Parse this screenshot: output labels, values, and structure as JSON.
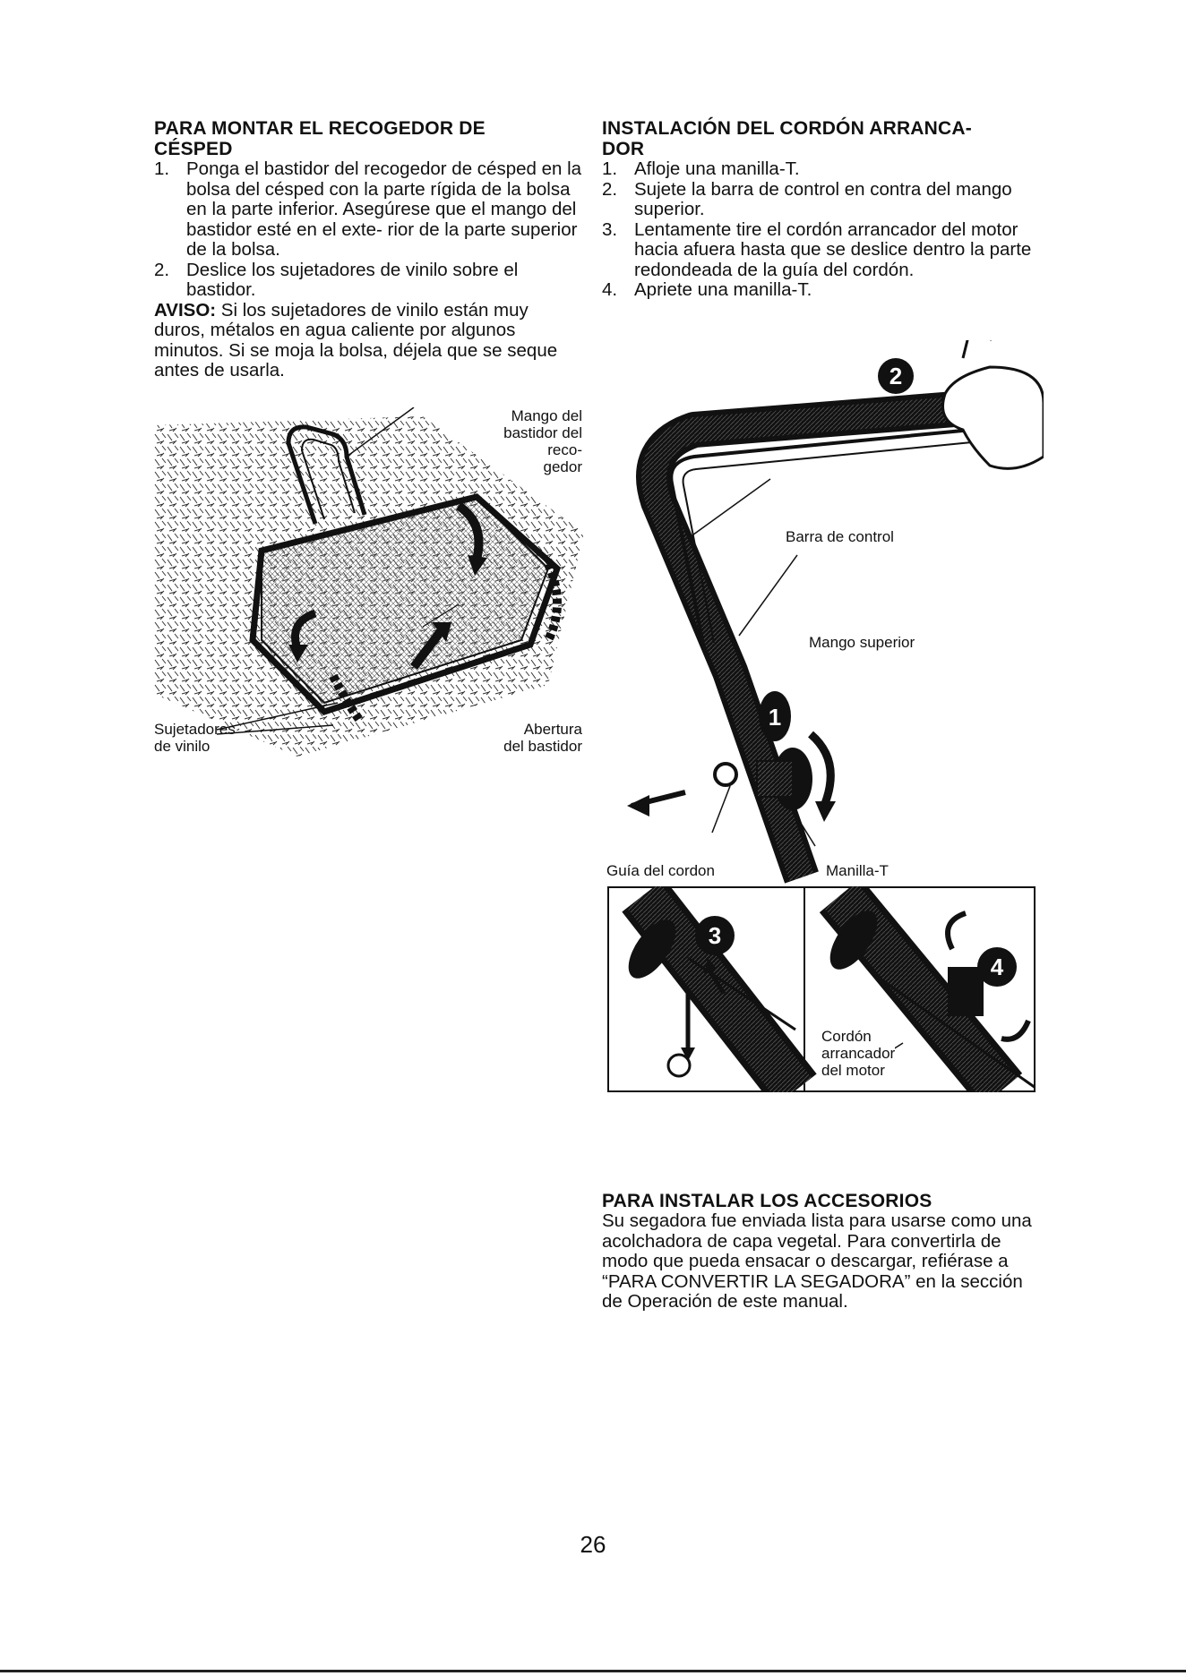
{
  "left": {
    "heading_line1": "PARA MONTAR EL RECOGEDOR DE",
    "heading_line2": "CÉSPED",
    "steps": [
      {
        "num": "1.",
        "text": "Ponga el bastidor del recogedor de césped en la bolsa del césped con la parte rígida de la bolsa en la parte inferior. Asegúrese que el mango del bastidor esté en el exte- rior de la parte superior de la bolsa."
      },
      {
        "num": "2.",
        "text": "Deslice los sujetadores de vinilo sobre el bastidor."
      }
    ],
    "notice_label": "AVISO:",
    "notice_text": " Si los sujetadores de vinilo están muy duros, métalos en agua caliente por algunos minutos. Si se moja la bolsa, déjela que se seque antes de usarla.",
    "figure_labels": {
      "frame_handle": [
        "Mango del",
        "bastidor del",
        "reco-",
        "gedor"
      ],
      "vinyl_clips": [
        "Sujetadores",
        "de vinilo"
      ],
      "frame_opening": [
        "Abertura",
        "del bastidor"
      ]
    }
  },
  "right": {
    "heading_line1": "INSTALACIÓN DEL CORDÓN ARRANCA-",
    "heading_line2": "DOR",
    "steps": [
      {
        "num": "1.",
        "text": "Afloje una manilla-T."
      },
      {
        "num": "2.",
        "text": "Sujete la barra de control en contra del mango superior."
      },
      {
        "num": "3.",
        "text": "Lentamente tire el cordón arrancador del motor hacia afuera hasta que se deslice dentro la parte redondeada de la guía del cordón."
      },
      {
        "num": "4.",
        "text": "Apriete una manilla-T."
      }
    ],
    "figure_labels": {
      "control_bar": "Barra de control",
      "upper_handle": "Mango superior",
      "rope_guide": "Guía del cordon",
      "t_knob": "Manilla-T",
      "starter_rope": [
        "Cordón",
        "arrancador",
        "del motor"
      ],
      "step_badges": [
        "1",
        "2",
        "3",
        "4"
      ]
    }
  },
  "accessories": {
    "heading": "PARA INSTALAR LOS ACCESORIOS",
    "text": "Su segadora fue enviada lista para usarse como una acolchadora de capa vegetal. Para convertirla de modo que pueda ensacar o descargar, refiérase a “PARA CONVERTIR LA SEGADORA” en la sección de Operación de este manual."
  },
  "page_number": "26"
}
